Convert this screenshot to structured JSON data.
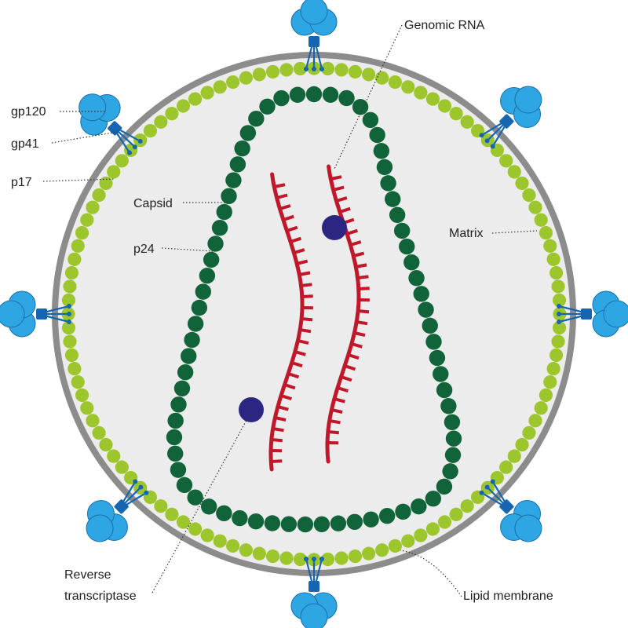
{
  "labels": {
    "genomic_rna": "Genomic RNA",
    "gp120": "gp120",
    "gp41": "gp41",
    "p17": "p17",
    "capsid": "Capsid",
    "p24": "p24",
    "matrix": "Matrix",
    "reverse_line1": "Reverse",
    "reverse_line2": "transcriptase",
    "lipid_membrane": "Lipid membrane"
  },
  "colors": {
    "membrane": "#8c8c8c",
    "interior": "#ececec",
    "matrix": "#9dc62c",
    "capsid": "#11643a",
    "rna": "#c0182a",
    "reverse_transcriptase": "#2a2682",
    "gp120": "#2ea6e3",
    "gp120_edge": "#1b6fa8",
    "gp41": "#1565b0"
  },
  "icons": {
    "glycoprotein": "spike-icon",
    "enzyme": "enzyme-dot-icon"
  }
}
